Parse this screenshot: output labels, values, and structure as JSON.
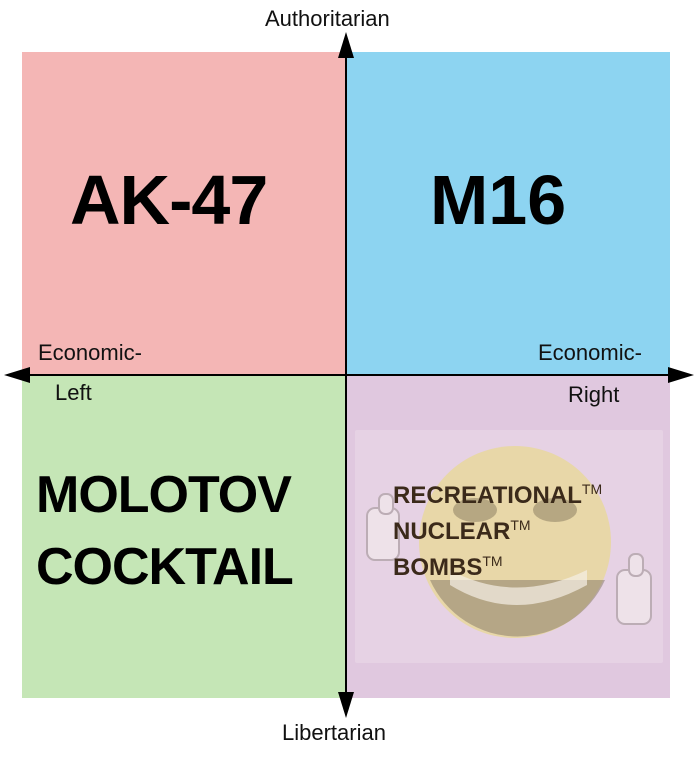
{
  "axes": {
    "top": "Authoritarian",
    "bottom": "Libertarian",
    "left_line1": "Economic-",
    "left_line2": "Left",
    "right_line1": "Economic-",
    "right_line2": "Right"
  },
  "quadrants": {
    "top_left": {
      "label": "AK-47",
      "color": "#f4b6b5"
    },
    "top_right": {
      "label": "M16",
      "color": "#8dd4f1"
    },
    "bottom_left": {
      "line1": "MOLOTOV",
      "line2": "COCKTAIL",
      "color": "#c5e6b6"
    },
    "bottom_right": {
      "line1": "RECREATIONAL",
      "line2": "NUCLEAR",
      "line3": "BOMBS",
      "tm": "TM",
      "image": "grinning-thumbs-up-emoji-icon",
      "color": "#e0c8df"
    }
  }
}
